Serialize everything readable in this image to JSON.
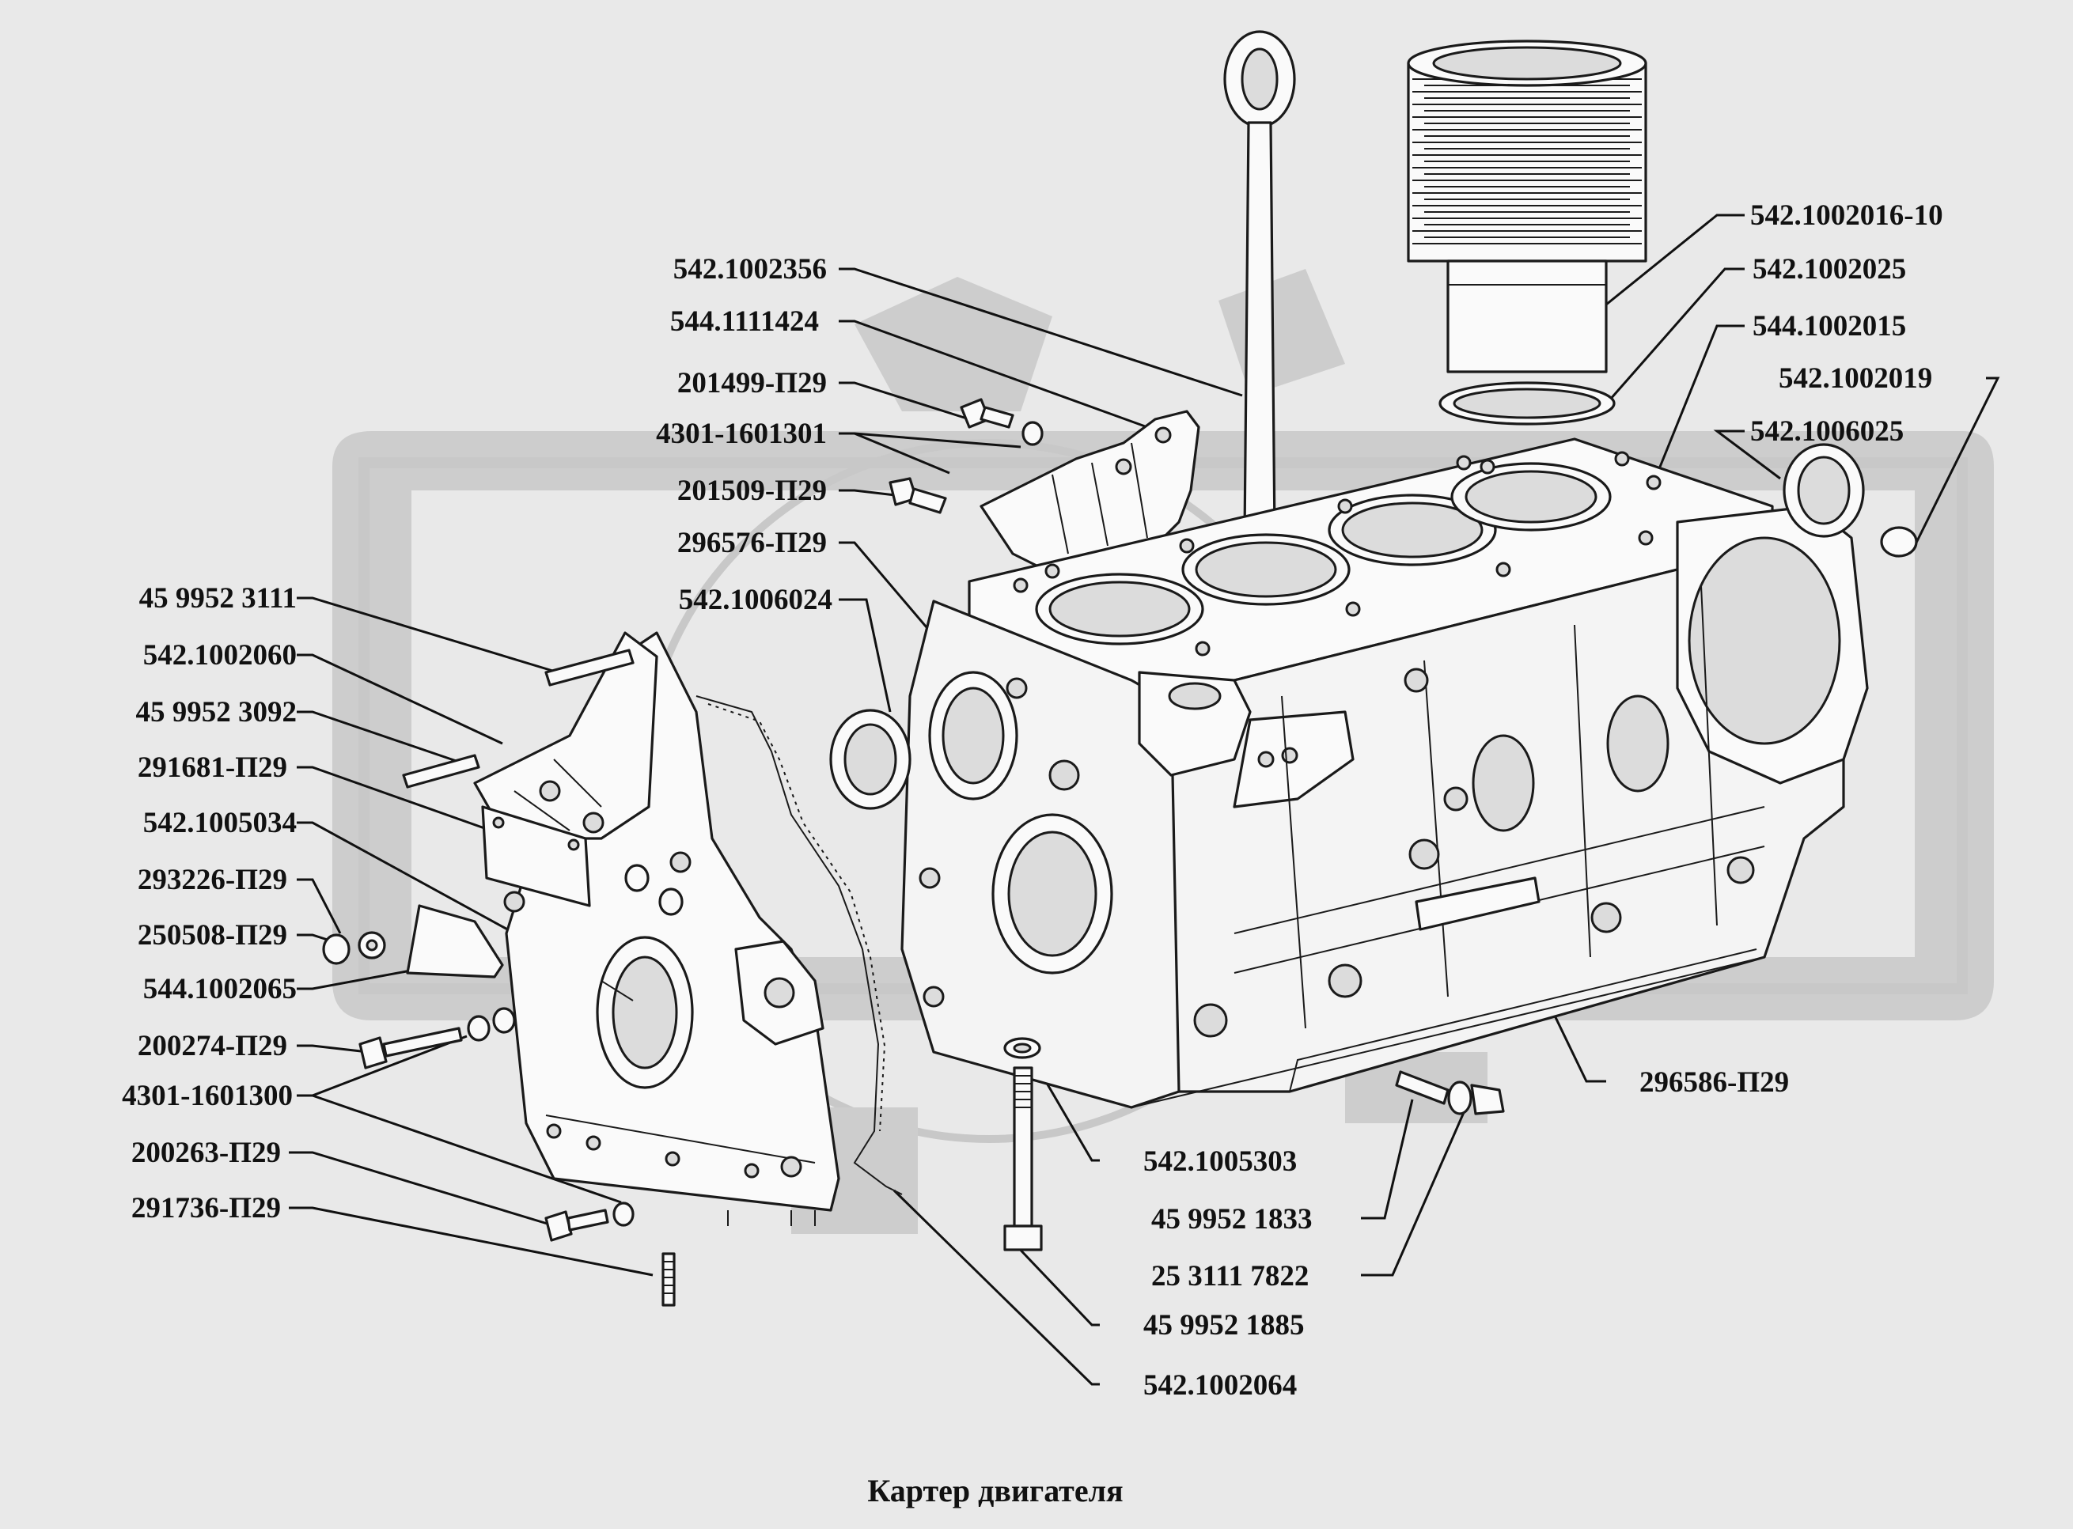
{
  "caption": "Картер двигателя",
  "labels_left": [
    {
      "id": "l1",
      "text": "45  9952  3111"
    },
    {
      "id": "l2",
      "text": "542.1002060"
    },
    {
      "id": "l3",
      "text": "45  9952  3092"
    },
    {
      "id": "l4",
      "text": "291681-П29"
    },
    {
      "id": "l5",
      "text": "542.1005034"
    },
    {
      "id": "l6",
      "text": "293226-П29"
    },
    {
      "id": "l7",
      "text": "250508-П29"
    },
    {
      "id": "l8",
      "text": "544.1002065"
    },
    {
      "id": "l9",
      "text": "200274-П29"
    },
    {
      "id": "l10",
      "text": "4301-1601300"
    },
    {
      "id": "l11",
      "text": "200263-П29"
    },
    {
      "id": "l12",
      "text": "291736-П29"
    }
  ],
  "labels_top": [
    {
      "id": "t1",
      "text": "542.1002356"
    },
    {
      "id": "t2",
      "text": "544.1111424"
    },
    {
      "id": "t3",
      "text": "201499-П29"
    },
    {
      "id": "t4",
      "text": "4301-1601301"
    },
    {
      "id": "t5",
      "text": "201509-П29"
    },
    {
      "id": "t6",
      "text": "296576-П29"
    },
    {
      "id": "t7",
      "text": "542.1006024"
    }
  ],
  "labels_right": [
    {
      "id": "r1",
      "text": "542.1002016-10"
    },
    {
      "id": "r2",
      "text": "542.1002025"
    },
    {
      "id": "r3",
      "text": "544.1002015"
    },
    {
      "id": "r4",
      "text": "542.1002019"
    },
    {
      "id": "r5",
      "text": "542.1006025"
    },
    {
      "id": "r6",
      "text": "296586-П29"
    }
  ],
  "labels_bottom": [
    {
      "id": "b1",
      "text": "542.1005303"
    },
    {
      "id": "b2",
      "text": "45  9952  1833"
    },
    {
      "id": "b3",
      "text": "25  3111  7822"
    },
    {
      "id": "b4",
      "text": "45  9952  1885"
    },
    {
      "id": "b5",
      "text": "542.1002064"
    }
  ]
}
